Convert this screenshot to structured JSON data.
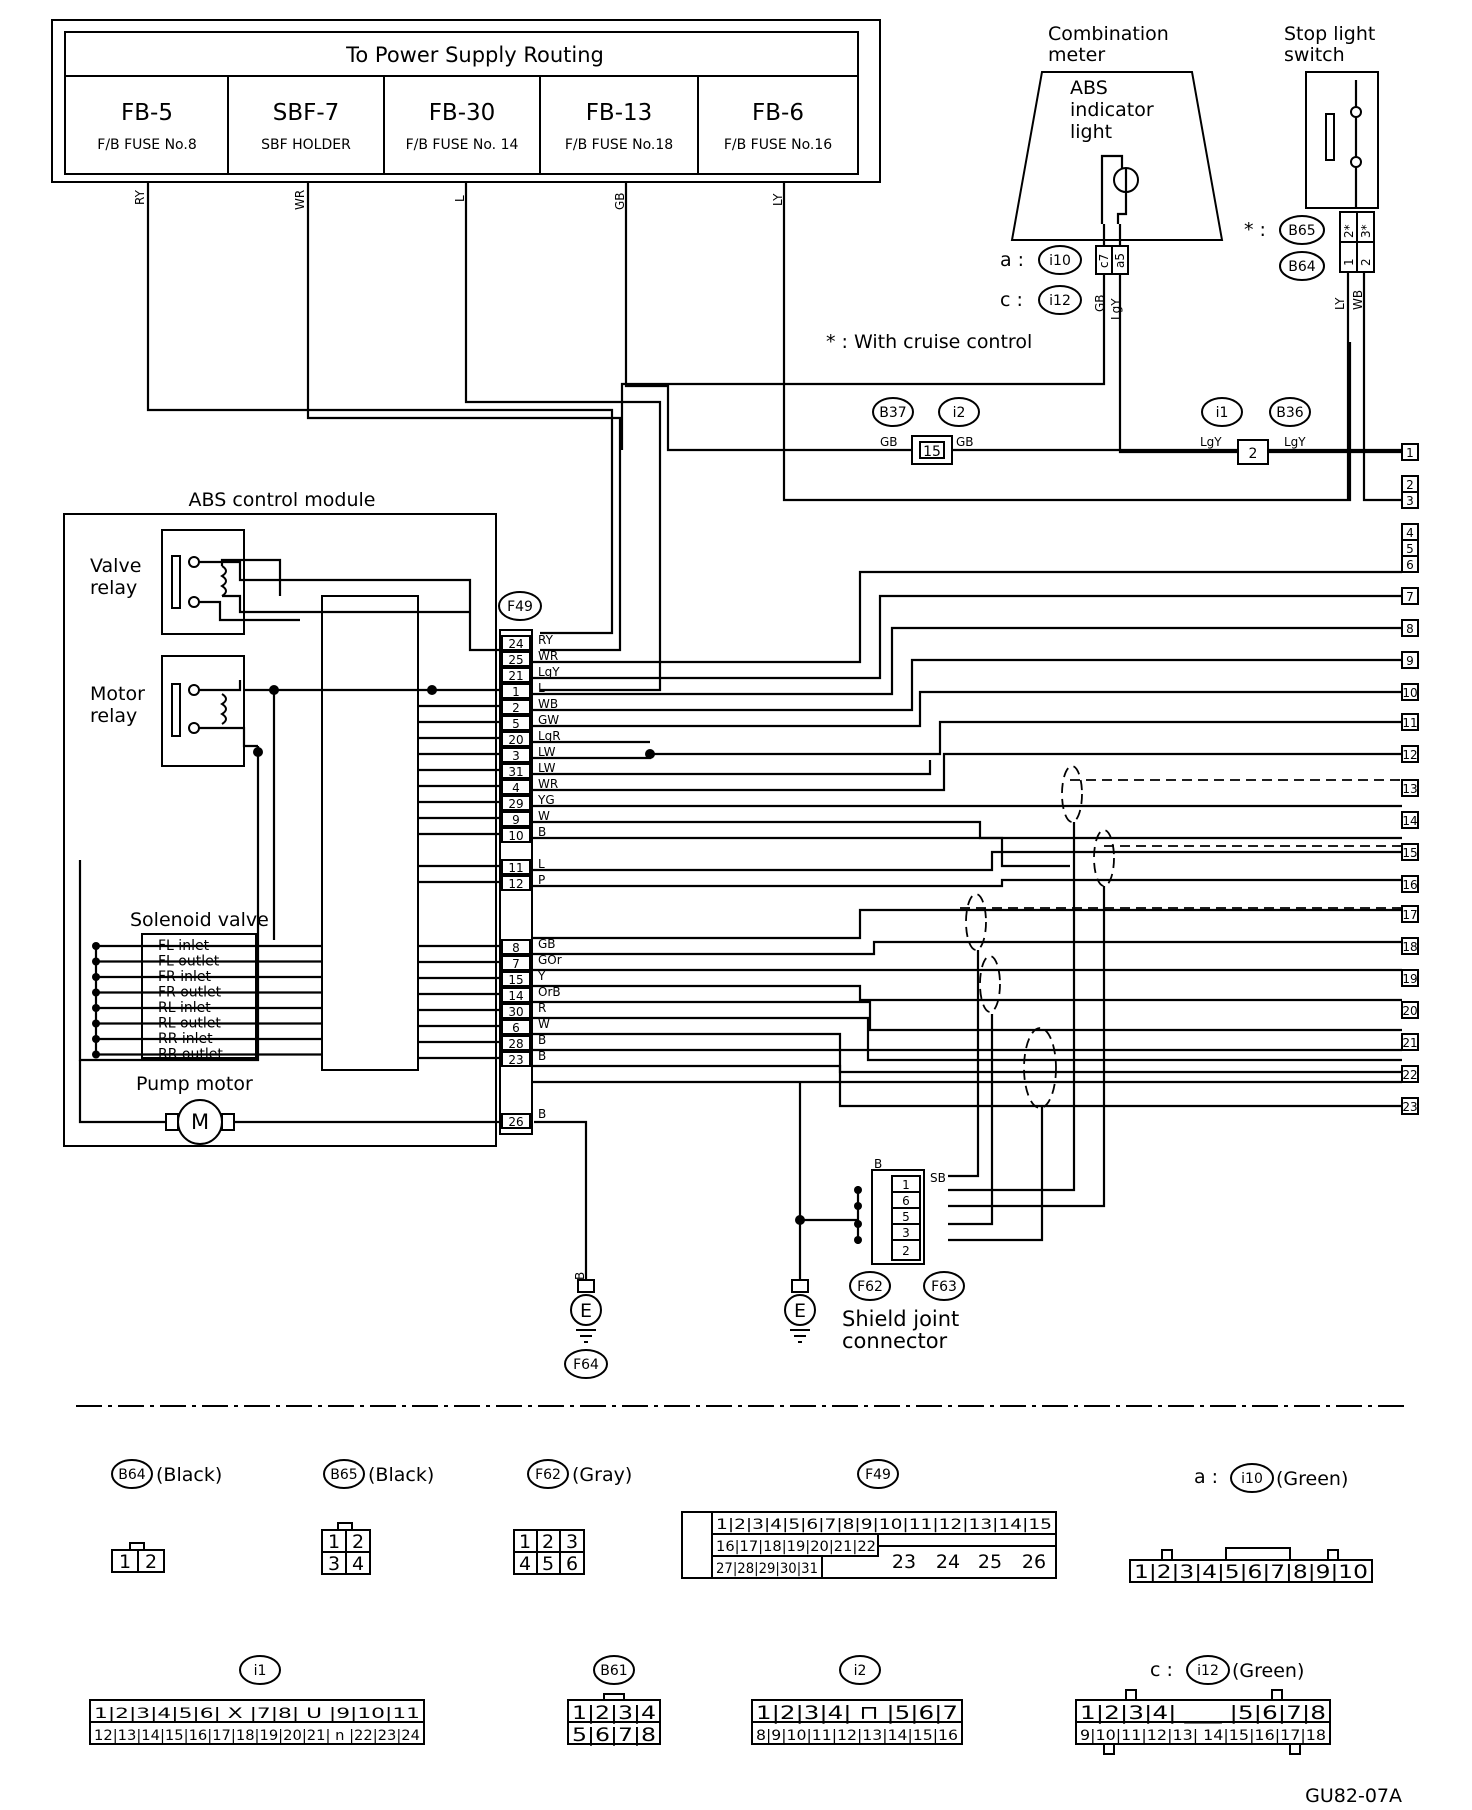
{
  "power": {
    "title": "To Power Supply Routing",
    "fuses": [
      {
        "id": "FB-5",
        "desc": "F/B FUSE No.8",
        "wire": "RY"
      },
      {
        "id": "SBF-7",
        "desc": "SBF HOLDER",
        "wire": "WR"
      },
      {
        "id": "FB-30",
        "desc": "F/B FUSE No. 14",
        "wire": "L"
      },
      {
        "id": "FB-13",
        "desc": "F/B FUSE No.18",
        "wire": "GB"
      },
      {
        "id": "FB-6",
        "desc": "F/B FUSE No.16",
        "wire": "LY"
      }
    ]
  },
  "meter": {
    "title": "Combination meter",
    "lamp": "ABS indicator light",
    "pins": [
      "c7",
      "a5"
    ],
    "wires": [
      "GB",
      "LgY"
    ],
    "conn_a_label": "a :",
    "conn_a": "i10",
    "conn_c_label": "c :",
    "conn_c": "i12"
  },
  "stoplight": {
    "title": "Stop light switch",
    "star": "* :",
    "conn_star": "B65",
    "conn": "B64",
    "pins_star": [
      "2*",
      "3*"
    ],
    "pins": [
      "1",
      "2"
    ],
    "wires": [
      "LY",
      "WB"
    ]
  },
  "cruise_note": "* : With cruise control",
  "joints": {
    "left": {
      "c1": "B37",
      "c2": "i2",
      "pin": "15",
      "w1": "GB",
      "w2": "GB"
    },
    "right": {
      "c1": "i1",
      "c2": "B36",
      "pin": "2",
      "w1": "LgY",
      "w2": "LgY"
    }
  },
  "module": {
    "title": "ABS control module",
    "valve_relay": "Valve relay",
    "motor_relay": "Motor relay",
    "solenoid": "Solenoid valve",
    "pump": "Pump motor",
    "valves": [
      "FL inlet",
      "FL outlet",
      "FR inlet",
      "FR outlet",
      "RL inlet",
      "RL outlet",
      "RR inlet",
      "RR outlet"
    ],
    "connector": "F49"
  },
  "f49_pins": [
    {
      "pin": "24",
      "wire": "RY"
    },
    {
      "pin": "25",
      "wire": "WR"
    },
    {
      "pin": "21",
      "wire": "LgY"
    },
    {
      "pin": "1",
      "wire": "L"
    },
    {
      "pin": "2",
      "wire": "WB"
    },
    {
      "pin": "5",
      "wire": "GW"
    },
    {
      "pin": "20",
      "wire": "LgR"
    },
    {
      "pin": "3",
      "wire": "LW"
    },
    {
      "pin": "31",
      "wire": "LW"
    },
    {
      "pin": "4",
      "wire": "WR"
    },
    {
      "pin": "29",
      "wire": "YG"
    },
    {
      "pin": "9",
      "wire": "W"
    },
    {
      "pin": "10",
      "wire": "B"
    },
    {
      "pin": "",
      "wire": ""
    },
    {
      "pin": "11",
      "wire": "L"
    },
    {
      "pin": "12",
      "wire": "P"
    },
    {
      "pin": "",
      "wire": ""
    },
    {
      "pin": "",
      "wire": ""
    },
    {
      "pin": "",
      "wire": ""
    },
    {
      "pin": "8",
      "wire": "GB"
    },
    {
      "pin": "7",
      "wire": "GOr"
    },
    {
      "pin": "15",
      "wire": "Y"
    },
    {
      "pin": "14",
      "wire": "OrB"
    },
    {
      "pin": "30",
      "wire": "R"
    },
    {
      "pin": "6",
      "wire": "W"
    },
    {
      "pin": "28",
      "wire": "B"
    },
    {
      "pin": "23",
      "wire": "B"
    }
  ],
  "f49_pin26": {
    "pin": "26",
    "wire": "B"
  },
  "output_terminals": [
    "1",
    "2",
    "3",
    "4",
    "5",
    "6",
    "7",
    "8",
    "9",
    "10",
    "11",
    "12",
    "13",
    "14",
    "15",
    "16",
    "17",
    "18",
    "19",
    "20",
    "21",
    "22",
    "23"
  ],
  "shield": {
    "label": "Shield joint connector",
    "c1": "F62",
    "c2": "F63",
    "pins": [
      "1",
      "6",
      "5",
      "3",
      "2"
    ],
    "left_wire": "B",
    "right_wire": "SB"
  },
  "grounds": [
    {
      "symbol": "E",
      "wire": "B",
      "conn": "F64"
    },
    {
      "symbol": "E",
      "wire": "",
      "conn": ""
    }
  ],
  "connector_views": [
    {
      "id": "B64",
      "prefix": "",
      "color": "(Black)"
    },
    {
      "id": "B65",
      "prefix": "",
      "color": "(Black)"
    },
    {
      "id": "F62",
      "prefix": "",
      "color": "(Gray)"
    },
    {
      "id": "F49",
      "prefix": "",
      "color": ""
    },
    {
      "id": "i10",
      "prefix": "a :",
      "color": "(Green)"
    },
    {
      "id": "i1",
      "prefix": "",
      "color": ""
    },
    {
      "id": "B61",
      "prefix": "",
      "color": ""
    },
    {
      "id": "i2",
      "prefix": "",
      "color": ""
    },
    {
      "id": "i12",
      "prefix": "c :",
      "color": "(Green)"
    }
  ],
  "figure_code": "GU82-07A"
}
